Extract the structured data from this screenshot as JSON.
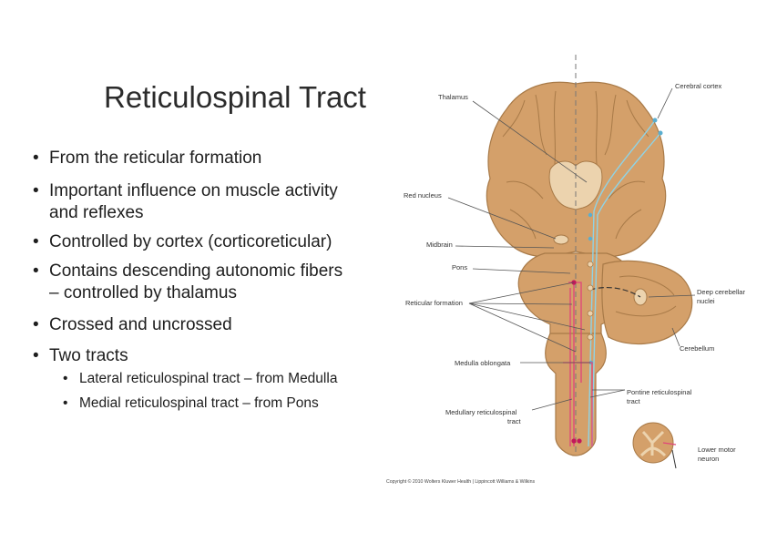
{
  "slide": {
    "title": "Reticulospinal Tract",
    "bullets": [
      {
        "line1": "From the reticular formation"
      },
      {
        "line1": "Important influence on muscle activity",
        "line2": "and reflexes"
      },
      {
        "line1": "Controlled by cortex (corticoreticular)"
      },
      {
        "line1": "Contains descending autonomic fibers",
        "line2": "– controlled by thalamus"
      },
      {
        "line1": "Crossed and uncrossed"
      },
      {
        "line1": "Two tracts"
      }
    ],
    "sub_bullets": [
      "Lateral reticulospinal tract – from Medulla",
      "Medial reticulospinal tract – from Pons"
    ]
  },
  "diagram": {
    "labels": {
      "cerebral_cortex": "Cerebral cortex",
      "thalamus": "Thalamus",
      "red_nucleus": "Red nucleus",
      "midbrain": "Midbrain",
      "pons": "Pons",
      "deep_cerebellar_1": "Deep cerebellar",
      "deep_cerebellar_2": "nuclei",
      "reticular_formation": "Reticular formation",
      "cerebellum": "Cerebellum",
      "medulla_oblongata": "Medulla oblongata",
      "pontine_1": "Pontine reticulospinal",
      "pontine_2": "tract",
      "medullary_1": "Medullary reticulospinal",
      "medullary_2": "tract",
      "lower_motor_1": "Lower motor",
      "lower_motor_2": "neuron",
      "copyright": "Copyright © 2010 Wolters Kluwer Health | Lippincott Williams & Wilkins"
    },
    "colors": {
      "brain": "#d4a06a",
      "brain_outline": "#a87a48",
      "thalamus": "#ecd3ae",
      "pontine_tract": "#8fd3e6",
      "medullary_tract": "#e0457a",
      "midline": "#777777"
    }
  }
}
